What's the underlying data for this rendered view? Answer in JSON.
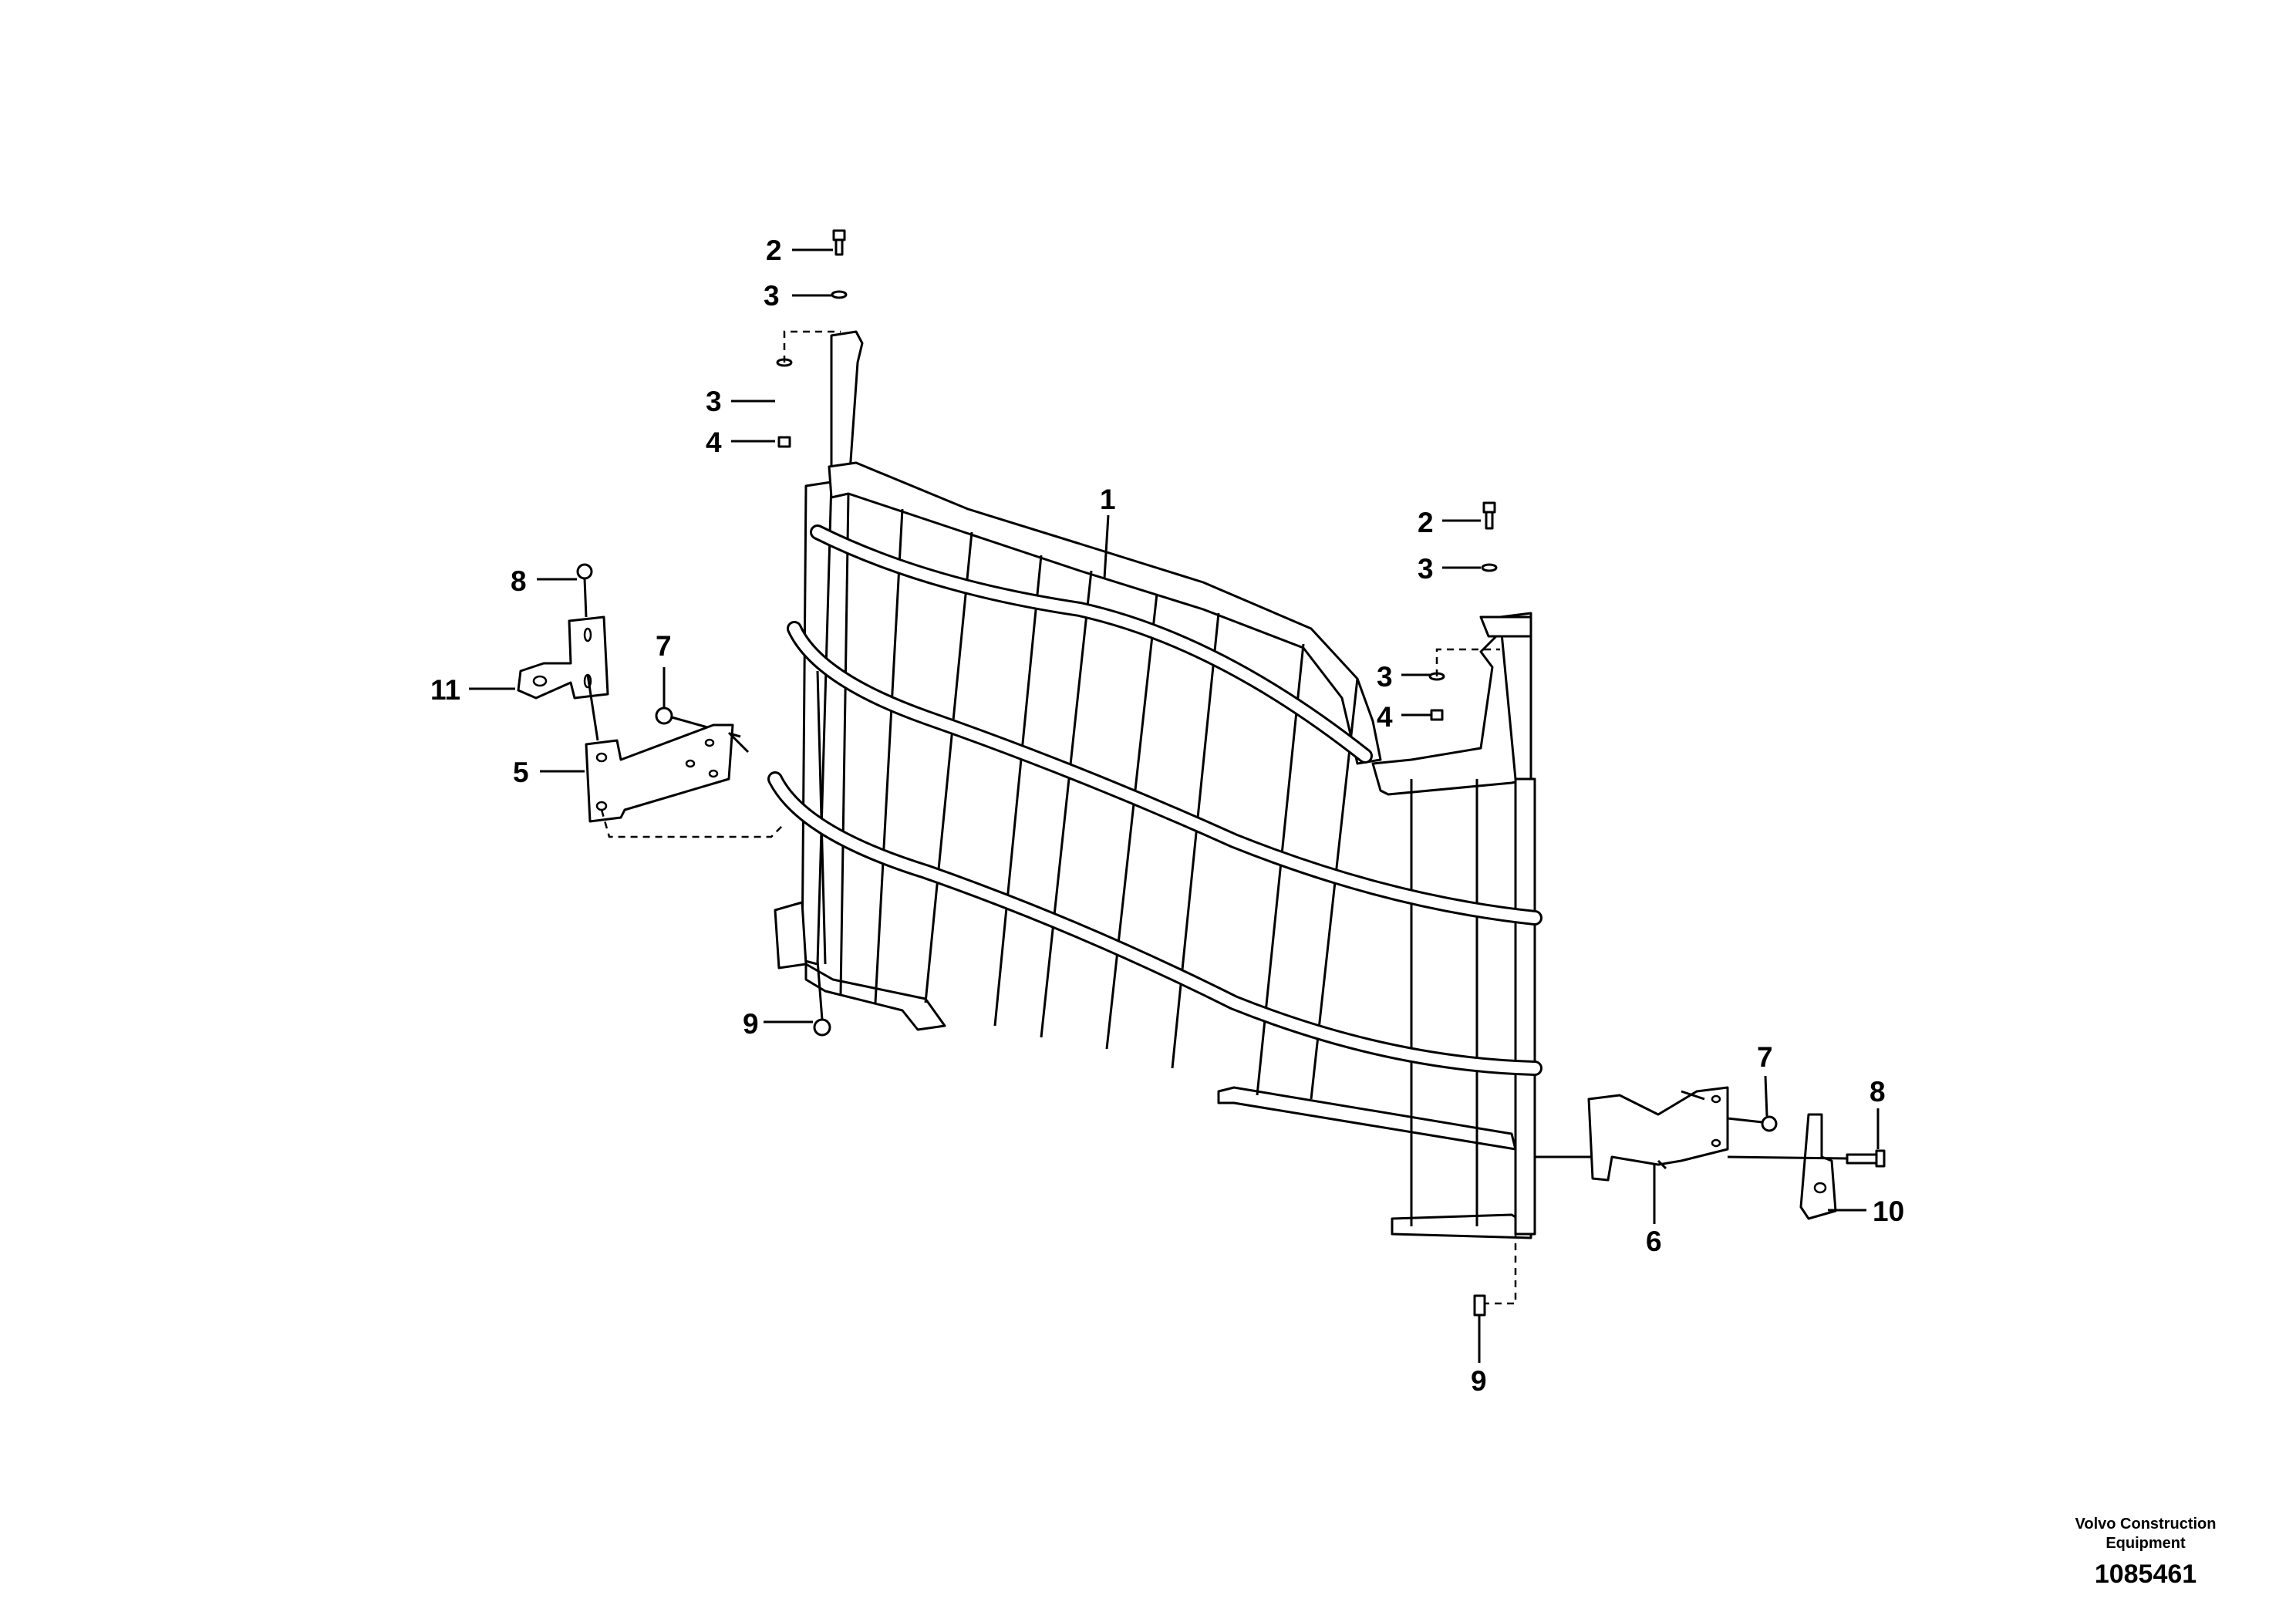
{
  "callouts": [
    {
      "id": "c2a",
      "text": "2"
    },
    {
      "id": "c3a",
      "text": "3"
    },
    {
      "id": "c3b",
      "text": "3"
    },
    {
      "id": "c4a",
      "text": "4"
    },
    {
      "id": "c1",
      "text": "1"
    },
    {
      "id": "c2b",
      "text": "2"
    },
    {
      "id": "c3c",
      "text": "3"
    },
    {
      "id": "c3d",
      "text": "3"
    },
    {
      "id": "c4b",
      "text": "4"
    },
    {
      "id": "c8a",
      "text": "8"
    },
    {
      "id": "c11",
      "text": "11"
    },
    {
      "id": "c7a",
      "text": "7"
    },
    {
      "id": "c5",
      "text": "5"
    },
    {
      "id": "c9a",
      "text": "9"
    },
    {
      "id": "c7b",
      "text": "7"
    },
    {
      "id": "c8b",
      "text": "8"
    },
    {
      "id": "c10",
      "text": "10"
    },
    {
      "id": "c6",
      "text": "6"
    },
    {
      "id": "c9b",
      "text": "9"
    }
  ],
  "footer": {
    "company_line1": "Volvo Construction",
    "company_line2": "Equipment",
    "drawing_number": "1085461"
  }
}
